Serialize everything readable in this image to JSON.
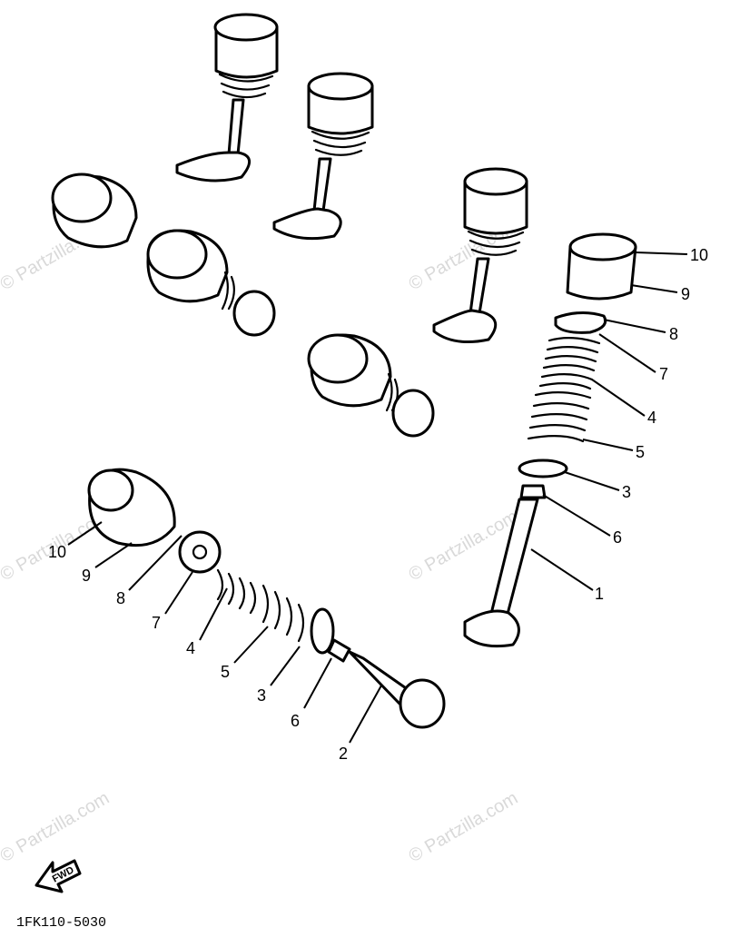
{
  "watermark": "© Partzilla.com",
  "diagram_code": "1FK110-5030",
  "fwd_label": "FWD",
  "callouts_right": [
    "10",
    "9",
    "8",
    "7",
    "4",
    "5",
    "3",
    "6",
    "1"
  ],
  "callouts_left": [
    "10",
    "9",
    "8",
    "7",
    "4",
    "5",
    "3",
    "6",
    "2"
  ]
}
